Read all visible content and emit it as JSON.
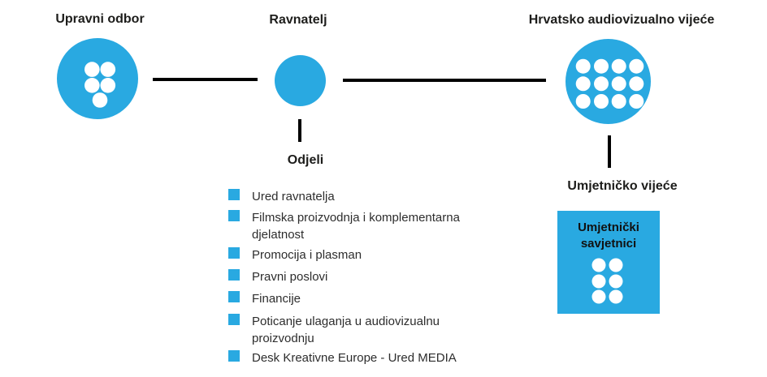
{
  "colors": {
    "accent": "#29a9e1",
    "line": "#000000",
    "text_dark": "#1d1d1b"
  },
  "org_chart": {
    "board": {
      "label": "Upravni odbor",
      "icon": "people-dots-5-icon"
    },
    "director": {
      "label": "Ravnatelj"
    },
    "council": {
      "label": "Hrvatsko audiovizualno vijeće",
      "icon": "people-dots-12-icon"
    },
    "artistic_council": {
      "label": "Umjetničko vijeće"
    },
    "advisors": {
      "label_line1": "Umjetnički",
      "label_line2": "savjetnici",
      "icon": "people-dots-6-icon"
    },
    "departments": {
      "title": "Odjeli",
      "items": [
        "Ured ravnatelja",
        "Filmska proizvodnja i komplementarna djelatnost",
        "Promocija i plasman",
        "Pravni poslovi",
        "Financije",
        "Poticanje ulaganja u audiovizualnu proizvodnju",
        "Desk Kreativne Europe - Ured MEDIA"
      ]
    }
  }
}
